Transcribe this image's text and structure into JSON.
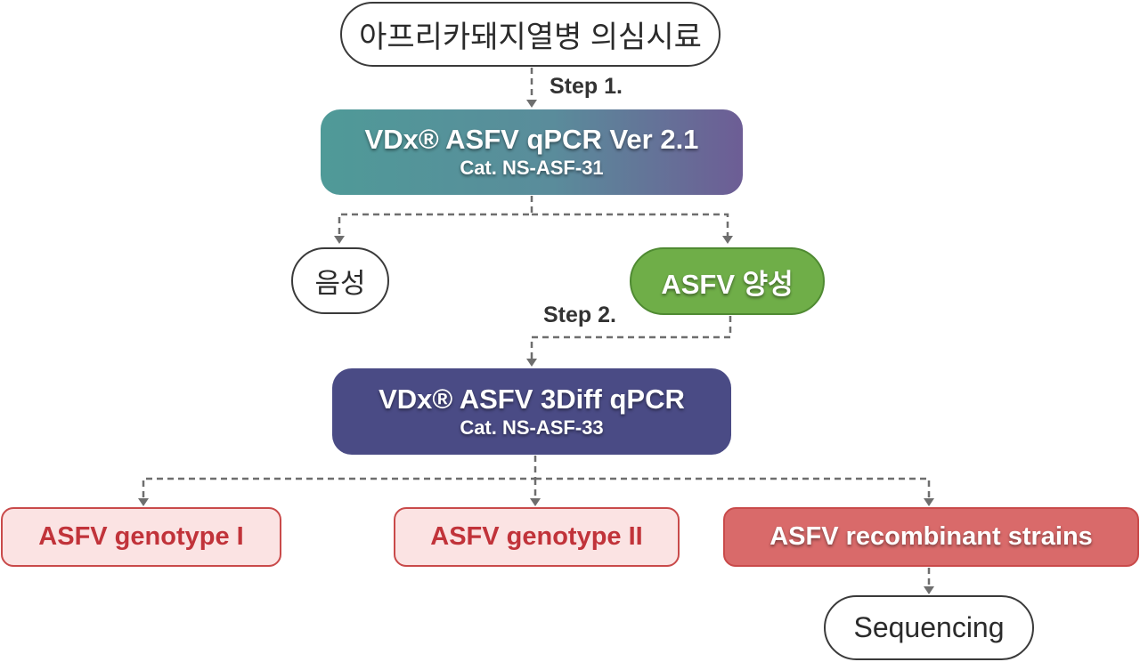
{
  "nodes": {
    "sample": {
      "label": "아프리카돼지열병 의심시료"
    },
    "step1_kit": {
      "title": "VDx® ASFV qPCR Ver 2.1",
      "cat": "Cat. NS-ASF-31",
      "gradient": [
        "#4f9a98",
        "#6d5d95"
      ]
    },
    "negative": {
      "label": "음성"
    },
    "positive": {
      "label": "ASFV 양성",
      "color": "#6fae48"
    },
    "step2_kit": {
      "title": "VDx® ASFV 3Diff qPCR",
      "cat": "Cat. NS-ASF-33",
      "color": "#4a4b85"
    },
    "genotype1": {
      "label": "ASFV genotype I"
    },
    "genotype2": {
      "label": "ASFV genotype II"
    },
    "recombinant": {
      "label": "ASFV recombinant strains"
    },
    "sequencing": {
      "label": "Sequencing"
    }
  },
  "steps": {
    "step1": "Step 1.",
    "step2": "Step 2."
  },
  "edges": [
    {
      "from": "sample",
      "to": "step1_kit"
    },
    {
      "from": "step1_kit",
      "to": "negative"
    },
    {
      "from": "step1_kit",
      "to": "positive"
    },
    {
      "from": "positive",
      "to": "step2_kit"
    },
    {
      "from": "step2_kit",
      "to": "genotype1"
    },
    {
      "from": "step2_kit",
      "to": "genotype2"
    },
    {
      "from": "step2_kit",
      "to": "recombinant"
    },
    {
      "from": "recombinant",
      "to": "sequencing"
    }
  ],
  "colors": {
    "connector": "#6e6e6e",
    "genotype_text": "#c1333a",
    "genotype_fill": "#fbe3e3",
    "recombinant_fill": "#d96a6a"
  }
}
